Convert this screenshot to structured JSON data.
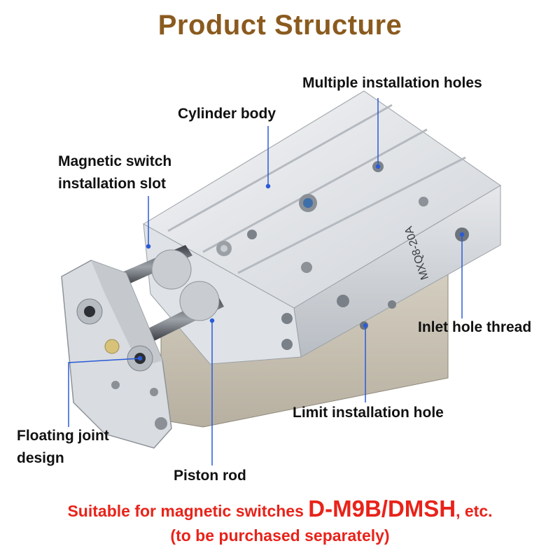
{
  "title": "Product Structure",
  "labels": {
    "multiple_holes": "Multiple installation holes",
    "cylinder_body": "Cylinder body",
    "magnetic_slot_line1": "Magnetic switch",
    "magnetic_slot_line2": "installation slot",
    "inlet_thread": "Inlet hole thread",
    "limit_hole": "Limit installation hole",
    "floating_joint_line1": "Floating joint",
    "floating_joint_line2": "design",
    "piston_rod": "Piston rod"
  },
  "product_marking": "MXQ8-20A",
  "footer": {
    "prefix": "Suitable for magnetic switches ",
    "models": "D-M9B/DMSH",
    "suffix": ", etc.",
    "note": "(to be purchased separately)"
  },
  "colors": {
    "title": "#8a5a1e",
    "footer": "#e8231a",
    "leader_line": "#2a5bd7"
  }
}
